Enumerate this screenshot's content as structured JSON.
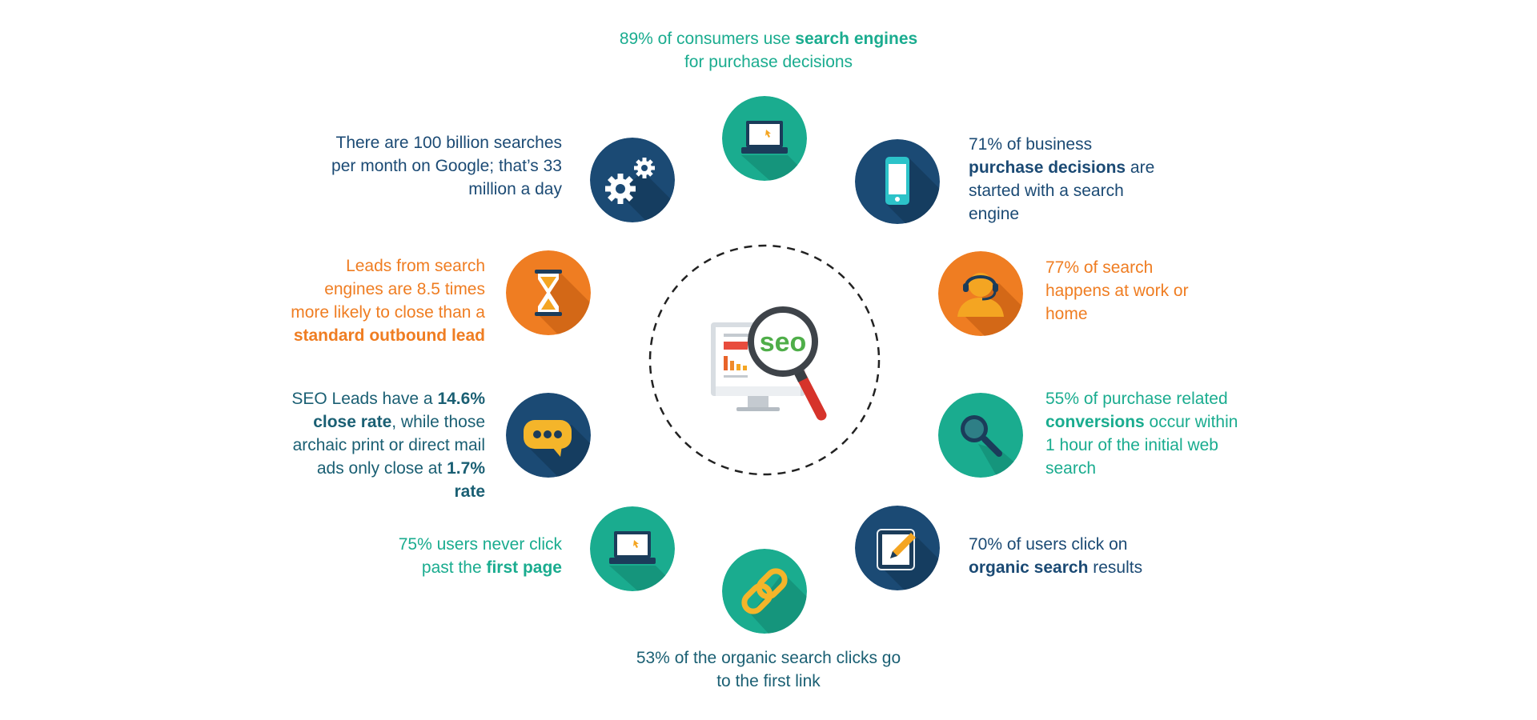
{
  "stats": {
    "top": {
      "pre": "89% of consumers use ",
      "bold": "search engines",
      "line2": "for purchase decisions"
    },
    "searches": {
      "line1": "There are 100 billion searches",
      "line2": "per month on Google; that’s 33",
      "line3": "million a day"
    },
    "business": {
      "line1": "71% of business",
      "bold": "purchase decisions",
      "post": " are",
      "line3": "started with a search",
      "line4": "engine"
    },
    "leads": {
      "line1": "Leads from search",
      "line2": "engines are 8.5 times",
      "line3": "more likely to close than a",
      "bold": "standard outbound lead"
    },
    "work": {
      "line1": "77% of search",
      "line2": "happens at work or",
      "line3": "home"
    },
    "close_rate": {
      "pre": "SEO Leads have a ",
      "bold1": "14.6%",
      "bold2": "close rate",
      "post2": ", while those",
      "line3": "archaic print or direct mail",
      "pre4": "ads only close at ",
      "bold4": "1.7%",
      "bold5": "rate"
    },
    "conversions": {
      "line1": "55% of purchase related",
      "bold": "conversions",
      "post": " occur within",
      "line3": "1 hour of the initial web",
      "line4": "search"
    },
    "first_page": {
      "line1": "75% users never click",
      "pre": "past the ",
      "bold": "first page"
    },
    "organic": {
      "line1": "70% of users click on",
      "bold": "organic search",
      "post": " results"
    },
    "first_link": {
      "line1": "53% of the organic search clicks go",
      "line2": "to the first link"
    }
  },
  "center": {
    "seo_text": "seo"
  },
  "icons": {
    "top": "laptop-icon",
    "searches": "gears-icon",
    "business": "smartphone-icon",
    "leads": "hourglass-icon",
    "work": "headset-user-icon",
    "close_rate": "chat-bubble-icon",
    "conversions": "magnifier-icon",
    "first_page": "laptop-icon",
    "organic": "tablet-pencil-icon",
    "first_link": "chain-link-icon"
  },
  "colors": {
    "teal": "#1aac8f",
    "navy": "#1b4a74",
    "orange": "#ef7d22",
    "dark_teal": "#1a5f73",
    "icon_teal_bg": "#1aac8f",
    "icon_navy_bg": "#1b4a74",
    "icon_orange_bg": "#ef7d22"
  }
}
